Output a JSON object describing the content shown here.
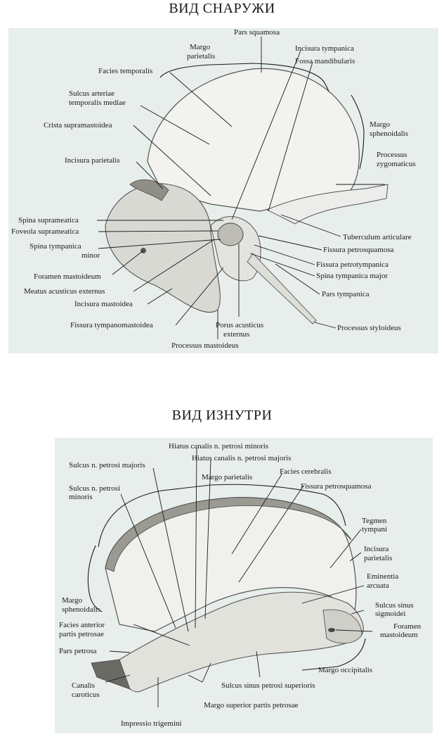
{
  "outer": {
    "title": "ВИД СНАРУЖИ",
    "labels": {
      "pars_squamosa": "Pars squamosa",
      "margo_parietalis_1": "Margo",
      "margo_parietalis_2": "parietalis",
      "incisura_tympanica": "Incisura tympanica",
      "fossa_mandibularis": "Fossa mandibularis",
      "facies_temporalis": "Facies temporalis",
      "sulcus_arteriae_1": "Sulcus arteriae",
      "sulcus_arteriae_2": "temporalis mediae",
      "crista_supramastoidea": "Crista supramastoidea",
      "margo_sphenoidalis_1": "Margo",
      "margo_sphenoidalis_2": "sphenoidalis",
      "incisura_parietalis": "Incisura parietalis",
      "processus_zygomaticus_1": "Processus",
      "processus_zygomaticus_2": "zygomaticus",
      "spina_suprameatica": "Spina suprameatica",
      "foveola_suprameatica": "Foveola suprameatica",
      "tuberculum_articulare": "Tuberculum articulare",
      "spina_tympanica_minor_1": "Spina tympanica",
      "spina_tympanica_minor_2": "minor",
      "fissura_petrosquamosa": "Fissura petrosquamosa",
      "fissura_petrotympanica": "Fissura petrotympanica",
      "foramen_mastoideum": "Foramen mastoideum",
      "spina_tympanica_major": "Spina tympanica major",
      "meatus_acusticus_externus": "Meatus acusticus externus",
      "pars_tympanica": "Pars tympanica",
      "incisura_mastoidea": "Incisura mastoidea",
      "fissura_tympanomastoidea": "Fissura tympanomastoidea",
      "porus_acusticus_1": "Porus acusticus",
      "porus_acusticus_2": "externus",
      "processus_styloideus": "Processus styloideus",
      "processus_mastoideus": "Processus mastoideus"
    }
  },
  "inner": {
    "title": "ВИД ИЗНУТРИ",
    "labels": {
      "hiatus_minoris": "Hiatus canalis n. petrosi minoris",
      "sulcus_petrosi_majoris": "Sulcus n. petrosi majoris",
      "hiatus_majoris": "Hiatus canalis n. petrosi majoris",
      "facies_cerebralis": "Facies cerebralis",
      "margo_parietalis": "Margo parietalis",
      "fissura_petrosquamosa": "Fissura petrosquamosa",
      "sulcus_petrosi_minoris_1": "Sulcus n. petrosi",
      "sulcus_petrosi_minoris_2": "minoris",
      "tegmen_tympani_1": "Tegmen",
      "tegmen_tympani_2": "tympani",
      "incisura_parietalis_1": "Incisura",
      "incisura_parietalis_2": "parietalis",
      "eminentia_arcuata_1": "Eminentia",
      "eminentia_arcuata_2": "arcuata",
      "margo_sphenoidalis_1": "Margo",
      "margo_sphenoidalis_2": "sphenoidalis",
      "sulcus_sinus_sigmoidei_1": "Sulcus sinus",
      "sulcus_sinus_sigmoidei_2": "sigmoidei",
      "facies_anterior_1": "Facies anterior",
      "facies_anterior_2": "partis petrosae",
      "foramen_mastoideum_1": "Foramen",
      "foramen_mastoideum_2": "mastoideum",
      "pars_petrosa": "Pars petrosa",
      "margo_occipitalis": "Margo occipitalis",
      "canalis_caroticus_1": "Canalis",
      "canalis_caroticus_2": "caroticus",
      "sulcus_sinus_petrosi_superioris": "Sulcus sinus petrosi superioris",
      "margo_superior": "Margo superior partis petrosae",
      "impressio_trigemini": "Impressio trigemini"
    }
  }
}
